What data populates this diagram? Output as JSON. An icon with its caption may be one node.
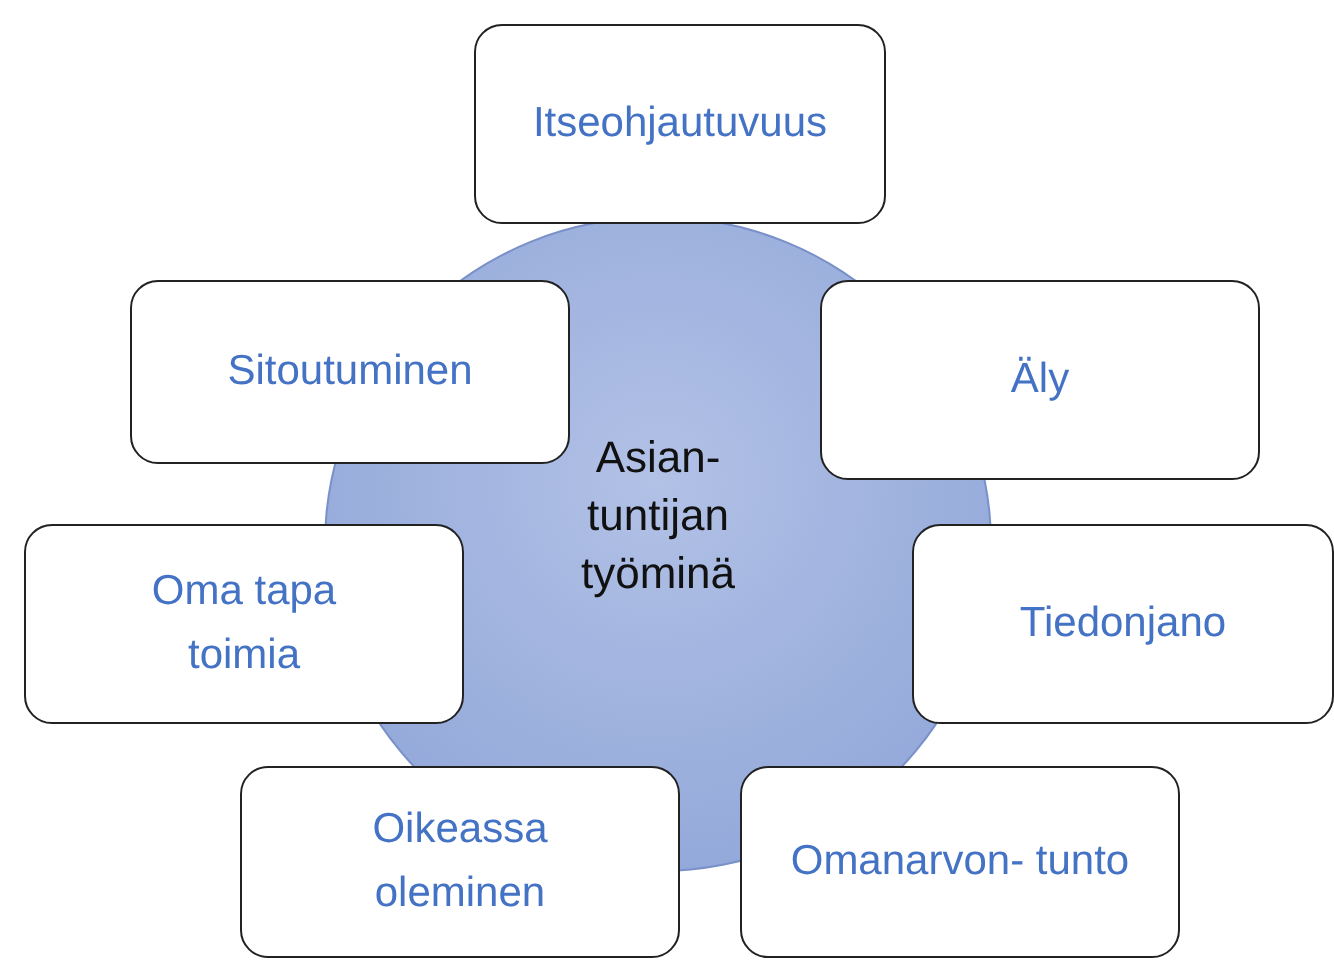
{
  "diagram": {
    "nodes": [
      {
        "text": [
          "Asian- tuntijan työminä"
        ]
      },
      {
        "text": [
          "Itseohjautuvuus"
        ]
      },
      {
        "text": [
          "Sitoutuminen"
        ]
      },
      {
        "text": [
          "Äly"
        ]
      },
      {
        "text": [
          "Oma tapa toimia"
        ]
      },
      {
        "text": [
          "Tiedonjano"
        ]
      },
      {
        "text": [
          "Oikeassa oleminen"
        ]
      },
      {
        "text": [
          "Omanarvon- tunto"
        ]
      }
    ]
  }
}
